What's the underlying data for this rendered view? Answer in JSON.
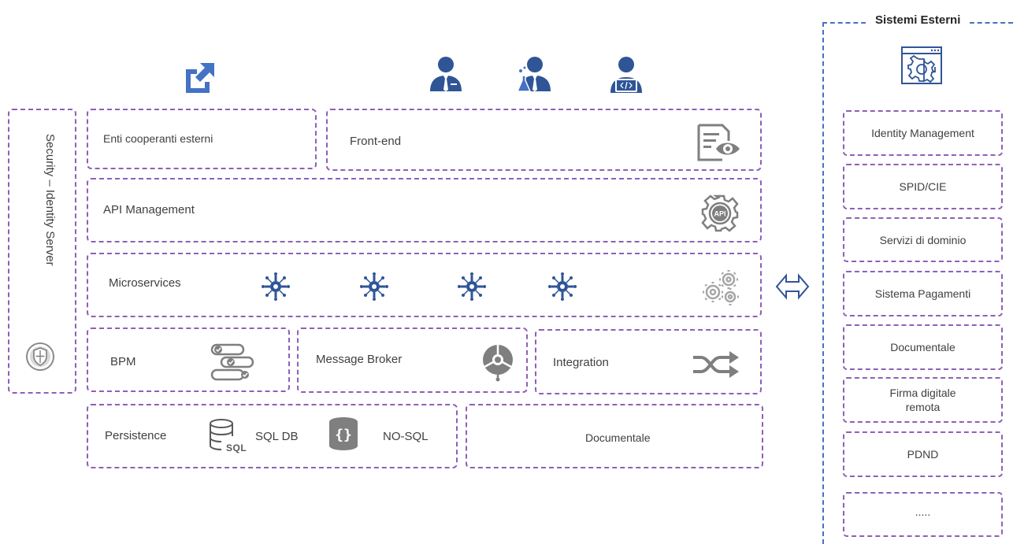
{
  "left_panel": {
    "label": "Security – Identity Server",
    "icon": "shield-icon"
  },
  "top_icons": [
    "external-link-icon",
    "business-user-icon",
    "scientist-user-icon",
    "developer-user-icon"
  ],
  "layers": {
    "enti": "Enti cooperanti esterni",
    "frontend": "Front-end",
    "api": "API Management",
    "microservices": "Microservices",
    "bpm": "BPM",
    "message_broker": "Message Broker",
    "integration": "Integration",
    "persistence": "Persistence",
    "sql_db": "SQL DB",
    "sql_icon_text": "SQL",
    "nosql": "NO-SQL",
    "documentale": "Documentale"
  },
  "external": {
    "title": "Sistemi Esterni",
    "items": [
      "Identity Management",
      "SPID/CIE",
      "Servizi di dominio",
      "Sistema Pagamenti",
      "Documentale",
      "Firma digitale\nremota",
      "PDND",
      "....."
    ]
  },
  "colors": {
    "border": "#8f5fb8",
    "icon_blue": "#2f5597",
    "icon_blue_light": "#4472c4",
    "icon_grey": "#7f7f7f",
    "ext_border": "#4472c4"
  }
}
